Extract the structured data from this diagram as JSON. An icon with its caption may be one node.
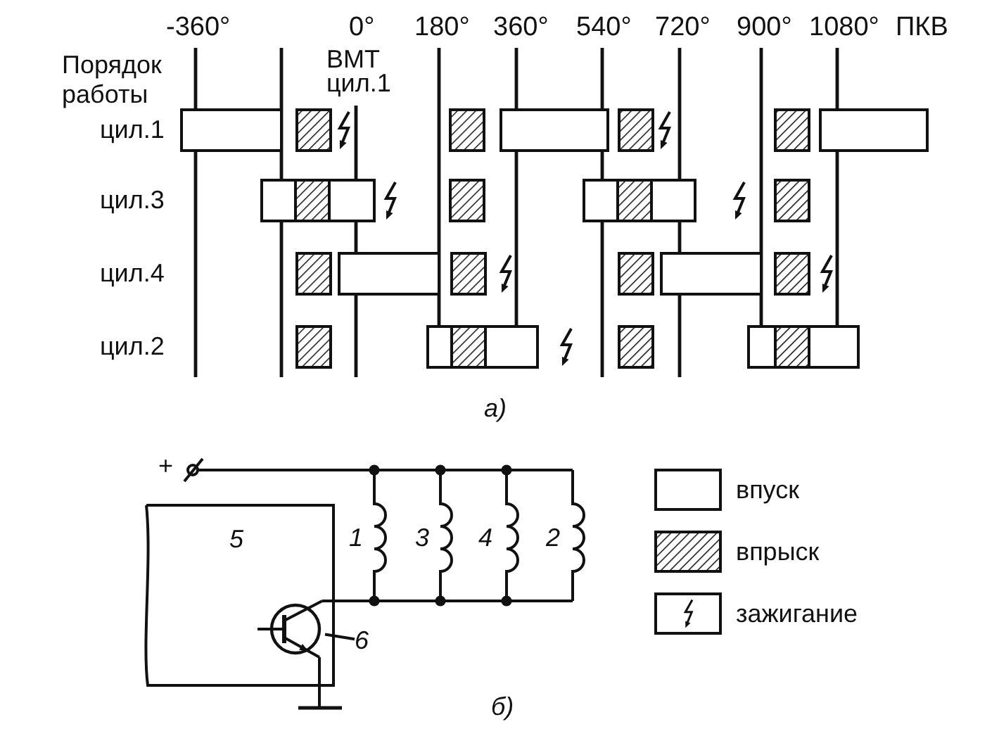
{
  "diagram": {
    "nodes": [
      {
        "text": [
          "5"
        ]
      },
      {
        "text": [],
        "shape": "circle",
        "in": 0
      },
      {
        "text": [
          "6"
        ]
      }
    ],
    "edges": [
      {
        "from": 2,
        "to": 1,
        "arrow": "none"
      }
    ],
    "labels": [
      "-360°",
      "0°",
      "180°",
      "360°",
      "540°",
      "720°",
      "900°",
      "1080°",
      "ПКВ",
      "Порядок работы",
      "ВМТ цил.1",
      "цил.1",
      "цил.3",
      "цил.4",
      "цил.2",
      "а)",
      "+",
      "1",
      "3",
      "4",
      "2",
      "б)"
    ],
    "legend": [
      {
        "text": "впуск"
      },
      {
        "text": "впрыск"
      },
      {
        "text": "зажигание"
      }
    ]
  }
}
